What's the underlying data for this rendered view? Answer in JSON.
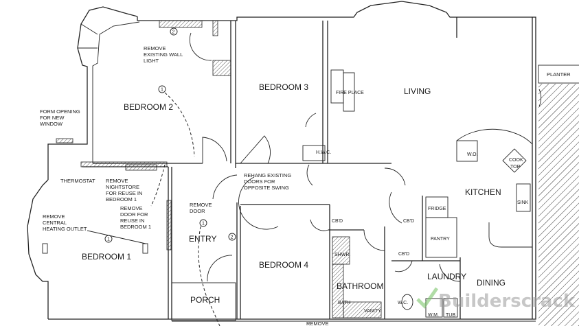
{
  "rooms": {
    "bedroom1": "BEDROOM 1",
    "bedroom2": "BEDROOM 2",
    "bedroom3": "BEDROOM 3",
    "bedroom4": "BEDROOM 4",
    "living": "LIVING",
    "kitchen": "KITCHEN",
    "dining": "DINING",
    "entry": "ENTRY",
    "porch": "PORCH",
    "bathroom": "BATHROOM",
    "laundry": "LAUNDRY",
    "planter": "PLANTER"
  },
  "fixtures": {
    "fireplace": "FIRE PLACE",
    "hwc": "H.W.C.",
    "wo": "W.O.",
    "cooktop_1": "COOK",
    "cooktop_2": "TOP",
    "sink": "SINK",
    "fridge": "FRIDGE",
    "pantry": "PANTRY",
    "cbd": "CB'D",
    "shwr": "SHWR.",
    "bath": "BATH",
    "vanity": "VANITY",
    "wc": "W.C.",
    "wm": "W.M.",
    "tub": "TUB"
  },
  "notes": {
    "wall_light": [
      "REMOVE",
      "EXISTING WALL",
      "LIGHT"
    ],
    "form_opening": [
      "FORM OPENING",
      "FOR NEW",
      "WINDOW"
    ],
    "thermostat": "THERMOSTAT",
    "nightstore": [
      "REMOVE",
      "NIGHTSTORE",
      "FOR REUSE IN",
      "BEDROOM 1"
    ],
    "remove_door_reuse": [
      "REMOVE",
      "DOOR FOR",
      "REUSE IN",
      "BEDROOM 1"
    ],
    "heating_outlet": [
      "REMOVE",
      "CENTRAL",
      "HEATING OUTLET"
    ],
    "remove_door": [
      "REMOVE",
      "DOOR"
    ],
    "rehang": [
      "REHANG EXISTING",
      "DOORS FOR",
      "OPPOSITE SWING"
    ],
    "remove_bottom": "REMOVE"
  },
  "markers": {
    "one": "1",
    "two": "2"
  },
  "watermark": "Builderscrack"
}
